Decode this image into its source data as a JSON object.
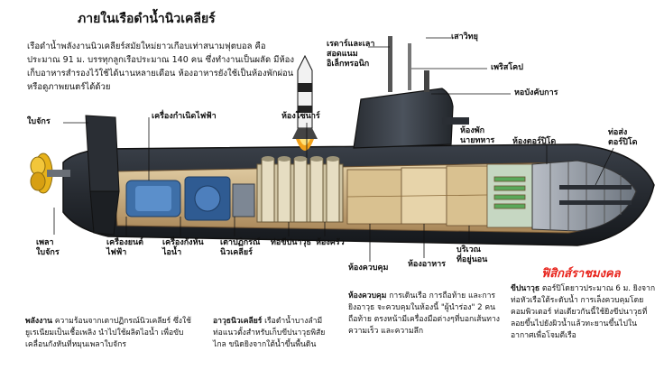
{
  "title": "ภายในเรือดำน้ำนิวเคลียร์",
  "intro": "เรือดำน้ำพลังงานนิวเคลียร์สมัยใหม่ยาวเกือบเท่าสนามฟุตบอล คือประมาณ 91 ม. บรรทุกลูกเรือประมาณ 140 คน ซึ่งทำงานเป็นผลัด มีห้องเก็บอาหารสำรองไว้ใช้ได้นานหลายเดือน ห้องอาหารยังใช้เป็นห้องพักผ่อนหรือดูภาพยนตร์ได้ด้วย",
  "labels": {
    "sail_electronics": "เรดาร์และเลา\nสอดแนม\nอิเล็กทรอนิก",
    "radio_mast": "เสาวิทยุ",
    "periscope": "เพริสโคป",
    "tower": "หอบังคับการ",
    "hydroplane": "ใบจักร",
    "generator": "เครื่องกำเนิดไฟฟ้า",
    "sonar": "ห้องโซนาร์",
    "officers": "ห้องพัก\nนายทหาร",
    "torpedo_room": "ห้องตอร์ปิโด",
    "torpedo_tubes": "ท่อส่ง\nตอร์ปิโด",
    "shaft": "เพลา\nใบจักร",
    "motor": "เครื่องยนต์\nไฟฟ้า",
    "turbine": "เครื่องกังหัน\nไอน้ำ",
    "reactor": "เตาปฏิกรณ์\nนิวเคลียร์",
    "missile_tubes": "ท่อขีปนาวุธ",
    "galley": "ห้องครัว",
    "control": "ห้องควบคุม",
    "mess": "ห้องอาหาร",
    "quarters": "บริเวณ\nที่อยู่นอน"
  },
  "logo": "ฟิสิกส์ราชมงคล",
  "paragraphs": {
    "power": {
      "head": "พลังงาน",
      "body": "ความร้อนจากเตาปฏิกรณ์นิวเคลียร์ ซึ่งใช้ยูเรเนียมเป็นเชื้อเพลิง นำไปใช้ผลิตไอน้ำ เพื่อขับเคลื่อนกังหันที่หมุนเพลาใบจักร"
    },
    "missiles": {
      "head": "อาวุธนิวเคลียร์",
      "body": "เรือดำน้ำบางลำมีท่อแนวตั้งสำหรับเก็บขีปนาวุธพิสัยไกล ขนิดยิงจากใต้น้ำขึ้นพื้นดิน"
    },
    "control": {
      "head": "ห้องควบคุม",
      "body": "การเดินเรือ การถือท้าย และการยิงอาวุธ จะควบคุมในห้องนี้ \"ผู้นำร่อง\" 2 คนถือท้าย ตรงหน้ามีเครื่องมือต่างๆที่บอกเส้นทาง ความเร็ว และความลึก"
    },
    "torpedo": {
      "head": "ขีปนาวุธ",
      "body": "ตอร์ปิโดยาวประมาณ 6 ม. ยิงจากท่อหัวเรือใต้ระดับน้ำ การเล็งควบคุมโดยคอมพิวเตอร์ ท่อเดียวกันนี้ใช้ยิงขีปนาวุธที่ลอยขึ้นไปยังผิวน้ำแล้วทะยานขึ้นไปในอากาศเพื่อโจมตีเรือ"
    }
  },
  "colors": {
    "hull_dark": "#2b2f35",
    "hull_mid": "#4a5360",
    "interior": "#c8a97a",
    "machinery": "#3e6fa8",
    "propeller": "#e7b21a",
    "logo": "#e8231b"
  }
}
